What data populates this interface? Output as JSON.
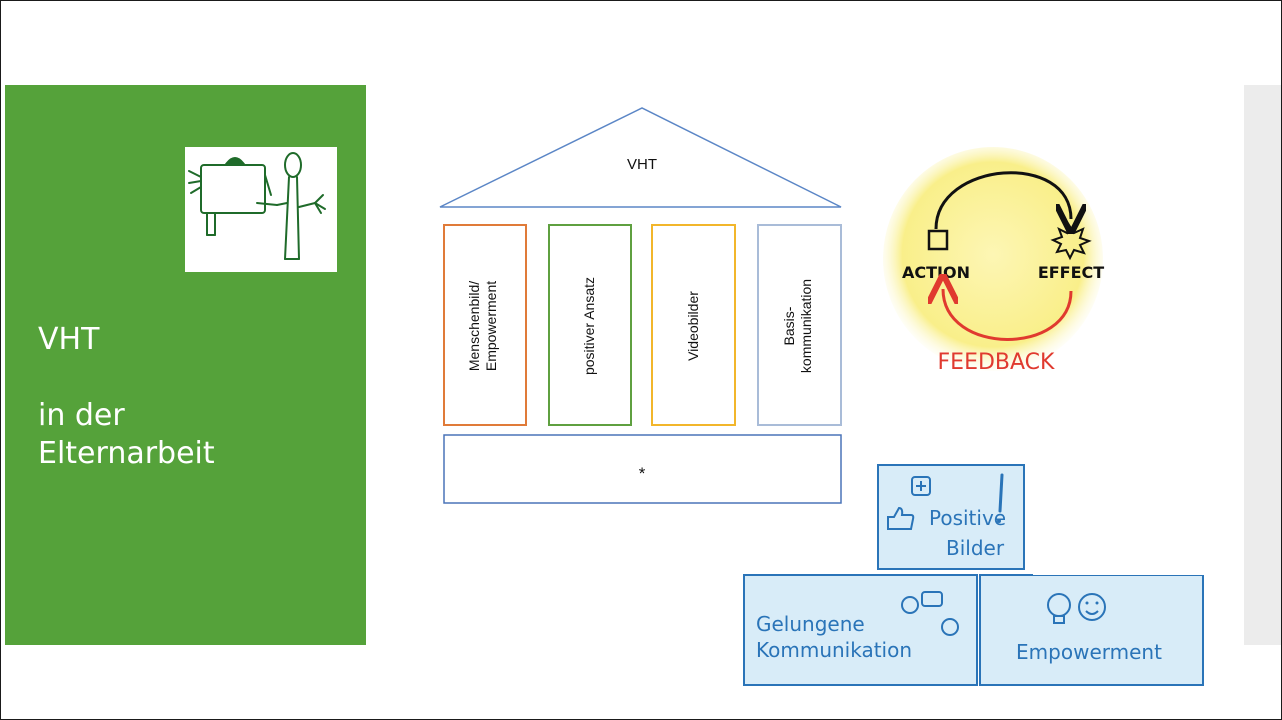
{
  "title": {
    "line1": "VHT",
    "line2": "in der",
    "line3": "Elternarbeit"
  },
  "house": {
    "roof_label": "VHT",
    "pillars": [
      {
        "line1": "Menschenbild/",
        "line2": "Empowerment",
        "color": "#e07b39"
      },
      {
        "line1": "positiver Ansatz",
        "line2": "",
        "color": "#5fa040"
      },
      {
        "line1": "Videobilder",
        "line2": "",
        "color": "#f2b62b"
      },
      {
        "line1": "Basis-",
        "line2": "kommunikation",
        "color": "#a9bcd8"
      }
    ],
    "base_label": "*",
    "frame_color": "#4a74b8"
  },
  "feedback_loop": {
    "action": "ACTION",
    "effect": "EFFECT",
    "feedback": "FEEDBACK",
    "feedback_color": "#e03a2f",
    "glow_color": "#fbf3a0"
  },
  "pyramid": {
    "top_line1": "Positive",
    "top_line2": "Bilder",
    "left_line1": "Gelungene",
    "left_line2": "Kommunikation",
    "right": "Empowerment",
    "box_fill": "#d8ecf8",
    "ink_color": "#2a74b8",
    "icons": [
      "plus-icon",
      "thumbs-up-icon",
      "exclamation-icon",
      "chat-bubbles-icon",
      "lightbulb-icon",
      "smiley-icon"
    ]
  },
  "logo": {
    "icon": "child-drawing-icon",
    "ink_color": "#1f6b2a"
  }
}
